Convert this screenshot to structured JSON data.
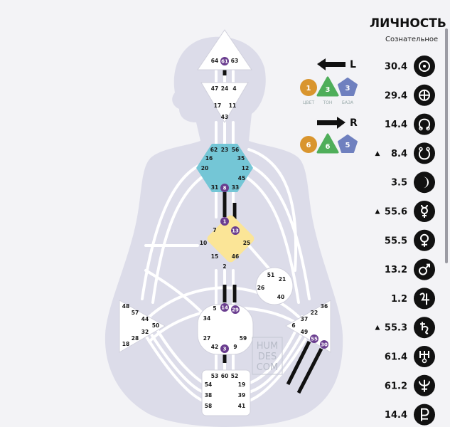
{
  "panel": {
    "title": "ЛИЧНОСТЬ",
    "subtitle": "Сознательное",
    "rows": [
      {
        "marker": "",
        "value": "30.4",
        "icon": "sun-icon"
      },
      {
        "marker": "",
        "value": "29.4",
        "icon": "earth-icon"
      },
      {
        "marker": "",
        "value": "14.4",
        "icon": "north-node-icon"
      },
      {
        "marker": "▲",
        "value": "8.4",
        "icon": "south-node-icon"
      },
      {
        "marker": "",
        "value": "3.5",
        "icon": "moon-icon"
      },
      {
        "marker": "▲",
        "value": "55.6",
        "icon": "mercury-icon"
      },
      {
        "marker": "",
        "value": "55.5",
        "icon": "venus-icon"
      },
      {
        "marker": "",
        "value": "13.2",
        "icon": "mars-icon"
      },
      {
        "marker": "",
        "value": "1.2",
        "icon": "jupiter-icon"
      },
      {
        "marker": "▲",
        "value": "55.3",
        "icon": "saturn-icon"
      },
      {
        "marker": "",
        "value": "61.4",
        "icon": "uranus-icon"
      },
      {
        "marker": "",
        "value": "61.2",
        "icon": "neptune-icon"
      },
      {
        "marker": "",
        "value": "14.4",
        "icon": "pluto-icon"
      }
    ]
  },
  "variables": {
    "left": {
      "label": "L",
      "color": "1",
      "tone": "3",
      "base": "3"
    },
    "right": {
      "label": "R",
      "color": "6",
      "tone": "6",
      "base": "5"
    },
    "captions": {
      "color": "ЦВЕТ",
      "tone": "ТОН",
      "base": "БАЗА"
    }
  },
  "watermark": [
    "HUM",
    "DES",
    "COM"
  ],
  "centers": {
    "head": {
      "gates": [
        "64",
        "61",
        "63"
      ],
      "color": "#ffffff"
    },
    "ajna": {
      "gates": [
        "47",
        "24",
        "4",
        "17",
        "11",
        "43"
      ],
      "color": "#ffffff"
    },
    "throat": {
      "gates": [
        "62",
        "23",
        "56",
        "16",
        "35",
        "20",
        "12",
        "45",
        "31",
        "8",
        "33"
      ],
      "color": "#74c6d6"
    },
    "g": {
      "gates": [
        "1",
        "7",
        "13",
        "10",
        "25",
        "15",
        "46",
        "2"
      ],
      "color": "#fbe597"
    },
    "heart": {
      "gates": [
        "51",
        "21",
        "26",
        "40"
      ],
      "color": "#ffffff"
    },
    "spleen": {
      "gates": [
        "48",
        "57",
        "44",
        "50",
        "32",
        "28",
        "18"
      ],
      "color": "#ffffff"
    },
    "sacral": {
      "gates": [
        "5",
        "14",
        "29",
        "34",
        "27",
        "59",
        "42",
        "3",
        "9"
      ],
      "color": "#ffffff"
    },
    "solar": {
      "gates": [
        "36",
        "22",
        "37",
        "6",
        "49",
        "55",
        "30"
      ],
      "color": "#ffffff"
    },
    "root": {
      "gates": [
        "53",
        "60",
        "52",
        "54",
        "19",
        "38",
        "39",
        "58",
        "41"
      ],
      "color": "#ffffff"
    }
  },
  "active_gates": [
    "61",
    "8",
    "1",
    "13",
    "14",
    "29",
    "3",
    "55",
    "30"
  ],
  "colors": {
    "active": "#6a3d8f",
    "silhouette": "#dcdce9",
    "channel": "#ffffff",
    "defined": "#111111",
    "orange": "#d9952e",
    "green": "#4fae5a",
    "blue": "#6f80bf"
  }
}
